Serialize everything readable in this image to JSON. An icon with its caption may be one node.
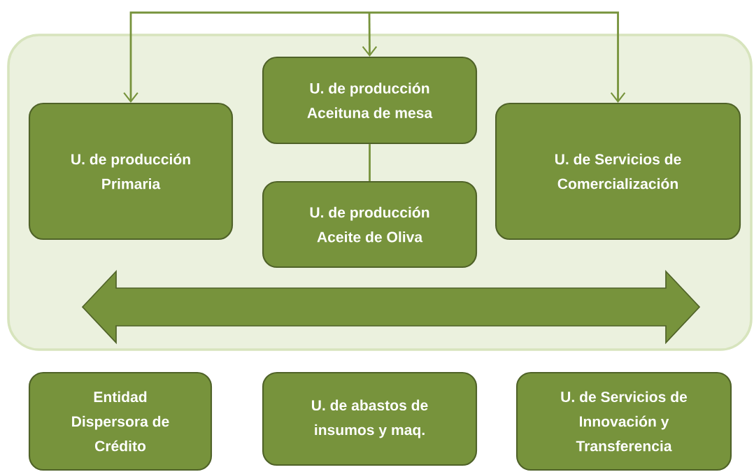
{
  "diagram": {
    "nodes": [
      {
        "text": [],
        "shape": "box"
      },
      {
        "text": [
          "U. de producción Primaria"
        ],
        "in": 0
      },
      {
        "text": [
          "U. de producción Aceituna de mesa"
        ],
        "in": 0
      },
      {
        "text": [
          "U. de producción Aceite de Oliva"
        ],
        "in": 0
      },
      {
        "text": [
          "U. de Servicios de Comercialización"
        ],
        "in": 0
      },
      {
        "text": [
          "Entidad Dispersora de Crédito"
        ]
      },
      {
        "text": [
          "U. de abastos de insumos y maq."
        ]
      },
      {
        "text": [
          "U. de Servicios de Innovación y Transferencia"
        ]
      }
    ],
    "edges": [
      {
        "from": null,
        "to": 1,
        "arrow": "to"
      },
      {
        "from": null,
        "to": 2,
        "arrow": "to"
      },
      {
        "from": null,
        "to": 4,
        "arrow": "to"
      },
      {
        "from": 2,
        "to": 3,
        "arrow": "none"
      }
    ]
  }
}
